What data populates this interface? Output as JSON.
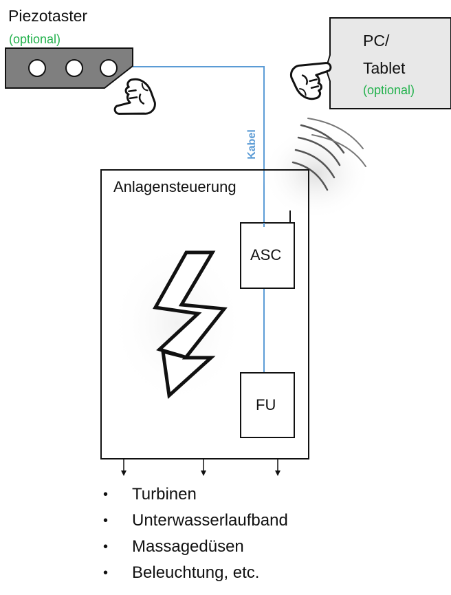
{
  "piezo": {
    "title": "Piezotaster",
    "optional": "(optional)"
  },
  "pc": {
    "title_line1": "PC/",
    "title_line2": "Tablet",
    "optional": "(optional)"
  },
  "cable_label": "Kabel",
  "controller": {
    "title": "Anlagensteuerung"
  },
  "asc": {
    "label": "ASC"
  },
  "fu": {
    "label": "FU"
  },
  "outputs": [
    "Turbinen",
    "Unterwasserlaufband",
    "Massagedüsen",
    "Beleuchtung, etc."
  ],
  "colors": {
    "cable": "#5b9bd5",
    "optional": "#22b14c",
    "piezo_fill": "#7f7f7f",
    "pc_fill": "#e8e8e8"
  },
  "icons": [
    "hand-pointer-icon",
    "wireless-waves-icon",
    "lightning-bolt-icon",
    "arrow-down-icon",
    "bullet-icon"
  ]
}
